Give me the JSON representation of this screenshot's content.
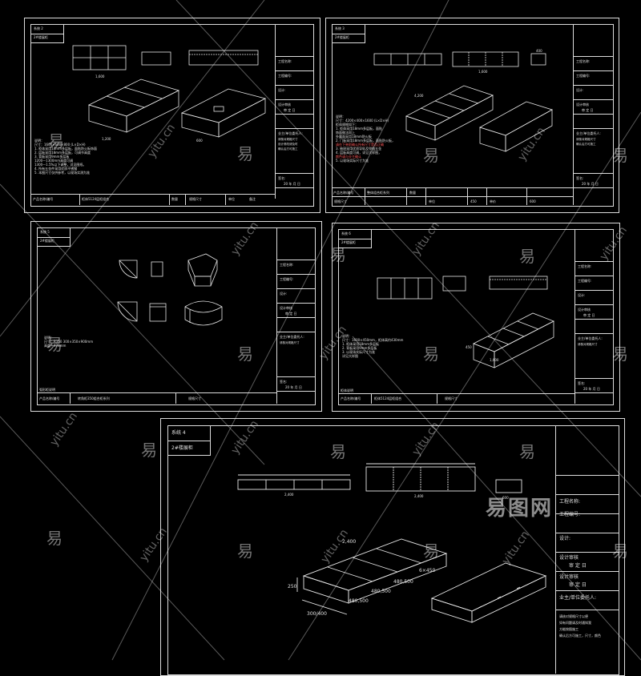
{
  "watermark": {
    "char": "易",
    "url": "yitu.cn",
    "logo": "易图网"
  },
  "sheets": [
    {
      "id": "s1",
      "title": "系统 2",
      "subtitle": "2#楼展柜",
      "dims": [
        "1,600",
        "600",
        "1,200"
      ],
      "notes": [
        "说明：",
        "尺寸：1600×600×800 (L×D×H)",
        "1. 柜体采用18mm多层板，面贴防火板饰面",
        "2. 层板采用18mm多层板，可调节高度",
        "3. 背板采用9mm多层板",
        "   1200—1300mm高度可调",
        "   1300—1.5%以下调整，详见图纸。",
        "4. 所有五金件采用优质不锈钢",
        "5. 本图尺寸仅供参考，以现场实测为准"
      ],
      "right_panel": [
        "工程名称:",
        "工程编号:",
        "设计:",
        "设计审核",
        "审 定 日",
        "业主/单位委托人:",
        "请核对规格尺寸",
        "设计修改请及时",
        "确认后方可施工",
        "签名:",
        "20  年 月 日"
      ],
      "bottom": [
        "产品名称/编号",
        "柜体5124层柜组合",
        "数量",
        "规格尺寸",
        "单位",
        "备注"
      ]
    },
    {
      "id": "s2",
      "title": "系统 3",
      "subtitle": "2#楼展柜",
      "dims": [
        "4,200",
        "400",
        "1,600"
      ],
      "notes": [
        "说明：",
        "尺寸：4200×400×1600 (L×D×H)",
        "   柜体规格如下：",
        "1. 柜体采用18mm多层板，面贴",
        "   饰面做法同上",
        "   外露面采用18mm防火板",
        "2. 门板采用18mm多层板，面贴防火板，",
        "3. 抽屉采用优质导轨及铰链五金",
        "4. 层板高度可调，详见大样图，",
        "5. 以现场实际尺寸为准"
      ],
      "red_notes": [
        "请在下单前确认所有尺寸是否正确",
        "颜色请与业主确认"
      ],
      "right_panel": [
        "工程名称:",
        "工程编号:",
        "设计:",
        "设计审核",
        "审 定 日",
        "业主/单位委托人:",
        "请核对规格尺寸",
        "确认后方可施工",
        "签名:",
        "20  年 月 日"
      ],
      "bottom": [
        "产品名称/编号",
        "整体组合柜系列",
        "数量",
        "单位",
        "450",
        "单价",
        "600",
        "规格尺寸"
      ]
    },
    {
      "id": "s3",
      "title": "系统 5",
      "subtitle": "2#楼展柜",
      "notes": [
        "说明：",
        "尺寸：R350 300×350×900mm",
        "  高度：470mm"
      ],
      "right_panel": [
        "工程名称:",
        "工程编号:",
        "设计:",
        "设计审核",
        "审 定 日",
        "业主/单位委托人:",
        "请核对规格尺寸",
        "签名:",
        "20  年 月 日"
      ],
      "bottom": [
        "产品名称/编号",
        "转角柜350组合柜系列",
        "规格尺寸"
      ],
      "footer_label": "弧形柜说明"
    },
    {
      "id": "s4",
      "title": "系统 6",
      "subtitle": "2#楼展柜",
      "dims": [
        "1,600",
        "450"
      ],
      "notes": [
        "说明：",
        "尺寸：1600×450mm，柜体高约430mm",
        "1. 柜体采用18mm多层板",
        "2. 背板采用9mm多层板",
        "3. 以现场实际尺寸为准",
        "   详见大样图"
      ],
      "right_panel": [
        "工程名称:",
        "工程编号:",
        "设计:",
        "设计审核",
        "审 定 日",
        "业主/单位委托人:",
        "请核对规格尺寸",
        "签名:",
        "20  年 月 日"
      ],
      "bottom": [
        "产品名称/编号",
        "柜体5124层柜组合",
        "规格尺寸"
      ],
      "footer_label": "柜体说明"
    },
    {
      "id": "s5",
      "title": "系统 4",
      "subtitle": "2#楼展柜",
      "dims_top": [
        "2,400",
        "2,400",
        "600"
      ],
      "dims_iso": [
        "2,400",
        "250",
        "300/400",
        "480,500",
        "480,500",
        "480,500",
        "6×450"
      ],
      "right_panel": [
        "工程名称:",
        "工程编号:",
        "设计:",
        "设计审核",
        "审 定 日",
        "设计审核",
        "审 定 日",
        "业主/单位委托人:",
        "请核对规格尺寸以便",
        "如有问题请及时通知我",
        "方能按图施工",
        "确认后方可施工，尺寸，颜色"
      ]
    }
  ]
}
